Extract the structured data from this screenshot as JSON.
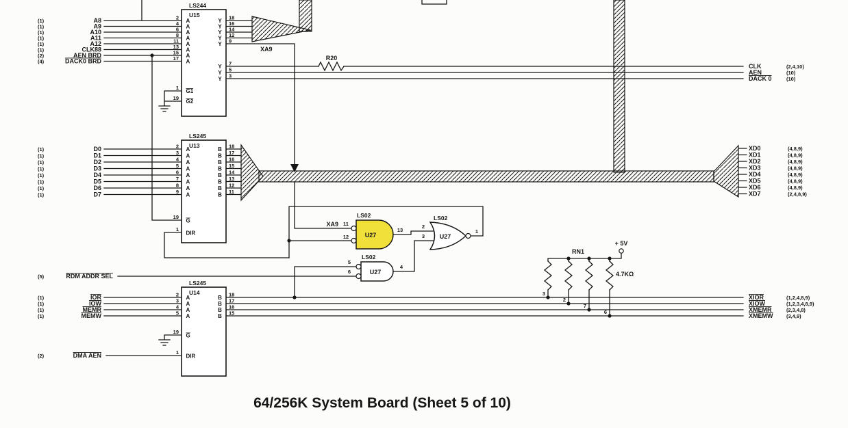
{
  "title": "64/256K System Board (Sheet 5 of 10)",
  "colors": {
    "highlight": "#f2e03a",
    "ink": "#161616",
    "paper": "#fcfcfa"
  },
  "u15": {
    "part": "LS244",
    "ref": "U15",
    "col_in": "A",
    "col_out": "Y",
    "rows": [
      {
        "s": "(1)",
        "n": "A8",
        "p": "2"
      },
      {
        "s": "(1)",
        "n": "A9",
        "p": "4"
      },
      {
        "s": "(1)",
        "n": "A10",
        "p": "6"
      },
      {
        "s": "(1)",
        "n": "A11",
        "p": "8"
      },
      {
        "s": "(1)",
        "n": "A12",
        "p": "11"
      },
      {
        "s": "(1)",
        "n": "CLK88",
        "p": "13"
      },
      {
        "s": "(2)",
        "n": "AEN BRD",
        "p": "15"
      },
      {
        "s": "(4)",
        "n": "DACK0 BRD",
        "p": "17"
      }
    ],
    "opins": [
      "18",
      "16",
      "14",
      "12",
      "9",
      "7",
      "5",
      "3"
    ],
    "en": {
      "p1": "1",
      "l1": "G1",
      "p2": "19",
      "l2": "G2"
    }
  },
  "u13": {
    "part": "LS245",
    "ref": "U13",
    "col_in": "A",
    "col_out": "B",
    "rows": [
      {
        "s": "(1)",
        "n": "D0",
        "p": "2"
      },
      {
        "s": "(1)",
        "n": "D1",
        "p": "3"
      },
      {
        "s": "(1)",
        "n": "D2",
        "p": "4"
      },
      {
        "s": "(1)",
        "n": "D3",
        "p": "5"
      },
      {
        "s": "(1)",
        "n": "D4",
        "p": "6"
      },
      {
        "s": "(1)",
        "n": "D5",
        "p": "7"
      },
      {
        "s": "(1)",
        "n": "D6",
        "p": "8"
      },
      {
        "s": "(1)",
        "n": "D7",
        "p": "9"
      }
    ],
    "opins": [
      "18",
      "17",
      "16",
      "15",
      "14",
      "13",
      "12",
      "11"
    ],
    "gpin": "19",
    "glabel": "G",
    "dirpin": "1",
    "dirlabel": "DIR"
  },
  "u14": {
    "part": "LS245",
    "ref": "U14",
    "col_in": "A",
    "col_out": "B",
    "rows": [
      {
        "s": "(1)",
        "n": "IOR",
        "p": "2"
      },
      {
        "s": "(1)",
        "n": "IOW",
        "p": "3"
      },
      {
        "s": "(1)",
        "n": "MEMR",
        "p": "4"
      },
      {
        "s": "(1)",
        "n": "MEMW",
        "p": "5"
      }
    ],
    "opins": [
      "18",
      "17",
      "16",
      "15"
    ],
    "gpin": "19",
    "glabel": "G",
    "dirpin": "1",
    "dirlabel": "DIR"
  },
  "gates": {
    "part": "LS02",
    "ref": "U27",
    "g1": {
      "a": "11",
      "b": "12",
      "o": "13"
    },
    "g2": {
      "a": "2",
      "b": "3",
      "o": "1"
    },
    "g3": {
      "a": "5",
      "b": "6",
      "o": "4"
    }
  },
  "nets": {
    "xa9": "XA9",
    "r20": "R20"
  },
  "rdm": {
    "s": "(5)",
    "n": "RDM ADDR SEL"
  },
  "dma": {
    "s": "(2)",
    "n": "DMA AEN"
  },
  "rn1": {
    "ref": "RN1",
    "value": "4.7KΩ",
    "vcc": "+ 5V",
    "pins": [
      "3",
      "2",
      "7",
      "6"
    ]
  },
  "right_top": [
    {
      "n": "CLK",
      "r": "(2,4,10)"
    },
    {
      "n": "AEN",
      "r": "(10)"
    },
    {
      "n": "DACK 0",
      "r": "(10)"
    }
  ],
  "xd": [
    {
      "n": "XD0",
      "r": "(4,8,9)"
    },
    {
      "n": "XD1",
      "r": "(4,8,9)"
    },
    {
      "n": "XD2",
      "r": "(4,8,9)"
    },
    {
      "n": "XD3",
      "r": "(4,8,9)"
    },
    {
      "n": "XD4",
      "r": "(4,8,9)"
    },
    {
      "n": "XD5",
      "r": "(4,8,9)"
    },
    {
      "n": "XD6",
      "r": "(4,8,9)"
    },
    {
      "n": "XD7",
      "r": "(2,4,8,9)"
    }
  ],
  "right_bottom": [
    {
      "n": "XIOR",
      "r": "(1,2,4,8,9)"
    },
    {
      "n": "XIOW",
      "r": "(1,2,3,4,8,9)"
    },
    {
      "n": "XMEMR",
      "r": "(2,3,4,8)"
    },
    {
      "n": "XMEMW",
      "r": "(3,4,9)"
    }
  ]
}
